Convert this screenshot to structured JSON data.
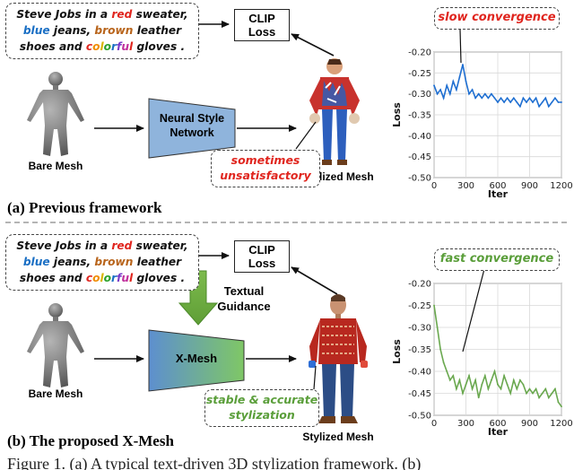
{
  "prompt": {
    "line1_a": "Steve Jobs in a ",
    "line1_red": "red",
    "line1_b": " sweater,",
    "line2_blue": "blue",
    "line2_a": " jeans, ",
    "line2_brown": "brown",
    "line2_b": " leather",
    "line3_a": "shoes and ",
    "line3_colorful": [
      "c",
      "o",
      "l",
      "o",
      "r",
      "f",
      "u",
      "l"
    ],
    "line3_b": " gloves ."
  },
  "top": {
    "clip_loss": "CLIP\nLoss",
    "network_label": "Neural Style\nNetwork",
    "bare_mesh": "Bare Mesh",
    "stylized_mesh": "Stylized Mesh",
    "callout": "sometimes\nunsatisfactory",
    "section_title": "(a) Previous framework",
    "chart_callout": "slow convergence"
  },
  "bottom": {
    "clip_loss": "CLIP\nLoss",
    "textual_guidance": "Textual\nGuidance",
    "network_label": "X-Mesh",
    "bare_mesh": "Bare Mesh",
    "stylized_mesh": "Stylized Mesh",
    "callout": "stable & accurate\nstylization",
    "section_title": "(b) The proposed X-Mesh",
    "chart_callout": "fast convergence"
  },
  "colors": {
    "top_series": "#1f6fd1",
    "bottom_series": "#6aa84f",
    "neural_box": "#8fb4dc",
    "xmesh_start": "#5d8fcf",
    "xmesh_end": "#7fc766",
    "red": "#e0261f",
    "green": "#5a9e3a"
  },
  "chart_data": [
    {
      "type": "line",
      "xlabel": "Iter",
      "ylabel": "Loss",
      "xlim": [
        0,
        1200
      ],
      "ylim": [
        -0.5,
        -0.2
      ],
      "xticks": [
        "0",
        "300",
        "600",
        "900",
        "1200"
      ],
      "yticks": [
        "-0.20",
        "-0.25",
        "-0.30",
        "-0.35",
        "-0.40",
        "-0.45",
        "-0.50"
      ],
      "grid": true,
      "series": [
        {
          "x": [
            0,
            30,
            60,
            90,
            120,
            150,
            180,
            210,
            240,
            270,
            300,
            330,
            360,
            390,
            420,
            450,
            480,
            510,
            540,
            570,
            600,
            630,
            660,
            690,
            720,
            750,
            780,
            810,
            840,
            870,
            900,
            930,
            960,
            990,
            1020,
            1050,
            1080,
            1110,
            1140,
            1170,
            1200
          ],
          "y": [
            -0.28,
            -0.3,
            -0.29,
            -0.31,
            -0.28,
            -0.3,
            -0.27,
            -0.29,
            -0.26,
            -0.23,
            -0.27,
            -0.3,
            -0.29,
            -0.31,
            -0.3,
            -0.31,
            -0.3,
            -0.31,
            -0.3,
            -0.31,
            -0.32,
            -0.31,
            -0.32,
            -0.31,
            -0.32,
            -0.31,
            -0.32,
            -0.33,
            -0.31,
            -0.32,
            -0.31,
            -0.32,
            -0.31,
            -0.33,
            -0.32,
            -0.31,
            -0.33,
            -0.32,
            -0.31,
            -0.32,
            -0.32
          ]
        }
      ]
    },
    {
      "type": "line",
      "xlabel": "Iter",
      "ylabel": "Loss",
      "xlim": [
        0,
        1200
      ],
      "ylim": [
        -0.5,
        -0.2
      ],
      "xticks": [
        "0",
        "300",
        "600",
        "900",
        "1200"
      ],
      "yticks": [
        "-0.20",
        "-0.25",
        "-0.30",
        "-0.35",
        "-0.40",
        "-0.45",
        "-0.50"
      ],
      "grid": true,
      "series": [
        {
          "x": [
            0,
            30,
            60,
            90,
            120,
            150,
            180,
            210,
            240,
            270,
            300,
            330,
            360,
            390,
            420,
            450,
            480,
            510,
            540,
            570,
            600,
            630,
            660,
            690,
            720,
            750,
            780,
            810,
            840,
            870,
            900,
            930,
            960,
            990,
            1020,
            1050,
            1080,
            1110,
            1140,
            1170,
            1200
          ],
          "y": [
            -0.25,
            -0.3,
            -0.35,
            -0.38,
            -0.4,
            -0.42,
            -0.41,
            -0.44,
            -0.42,
            -0.45,
            -0.43,
            -0.41,
            -0.44,
            -0.42,
            -0.46,
            -0.43,
            -0.41,
            -0.44,
            -0.42,
            -0.4,
            -0.43,
            -0.44,
            -0.41,
            -0.43,
            -0.45,
            -0.42,
            -0.44,
            -0.42,
            -0.43,
            -0.45,
            -0.44,
            -0.45,
            -0.44,
            -0.46,
            -0.45,
            -0.44,
            -0.46,
            -0.45,
            -0.44,
            -0.47,
            -0.48
          ]
        }
      ]
    }
  ],
  "caption": "Figure 1. (a) A typical text-driven 3D stylization framework. (b)"
}
